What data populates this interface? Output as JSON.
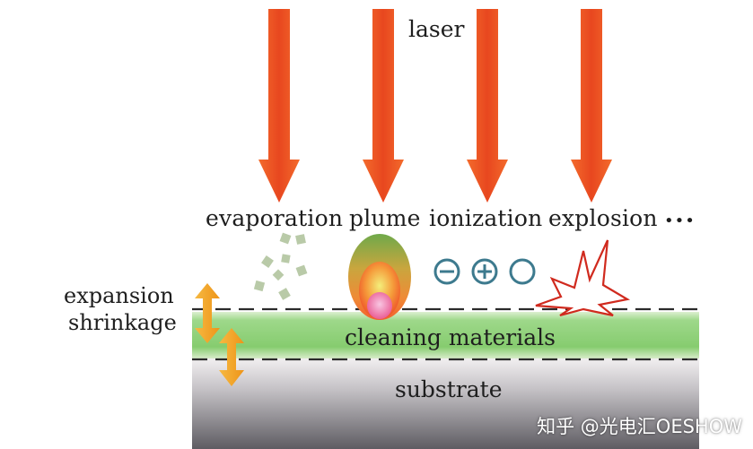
{
  "labels": {
    "laser": "laser",
    "evaporation": "evaporation",
    "plume": "plume",
    "ionization": "ionization",
    "explosion": "explosion",
    "ellipsis": "•••",
    "expansion": "expansion",
    "shrinkage": "shrinkage",
    "cleaning_materials": "cleaning materials",
    "substrate": "substrate"
  },
  "watermark": "知乎 @光电汇OESHOW",
  "colors": {
    "laser_arrow": "#ee5a24",
    "cleaning_layer": "#8fd47a",
    "substrate": "#6e6c72",
    "debris": "#b9caa8",
    "ion_symbol": "#3d7a8e",
    "explosion_outline": "#d02a1e",
    "expansion_arrow": "#f2a21d",
    "plume_outer": "#6aa64a",
    "plume_core": "#f2582a"
  },
  "icons": {
    "ions": [
      "minus-circle-icon",
      "plus-circle-icon",
      "circle-icon"
    ]
  }
}
